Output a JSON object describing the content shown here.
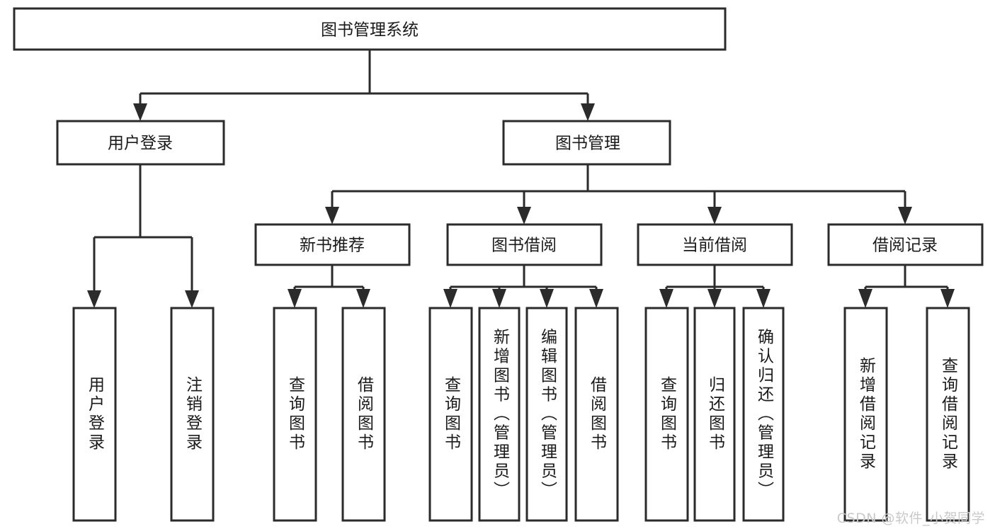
{
  "diagram": {
    "type": "tree-hierarchy",
    "title": "图书管理系统",
    "watermark": "CSDN @软件_小贺同学",
    "colors": {
      "box_stroke": "#2b2b2b",
      "box_fill": "#ffffff",
      "text": "#1a1a1a",
      "background": "#ffffff",
      "watermark": "#c9c9c9"
    },
    "levels": {
      "root": {
        "id": "root",
        "label": "图书管理系统",
        "orientation": "horizontal"
      },
      "level2": [
        {
          "id": "user-login",
          "label": "用户登录",
          "orientation": "horizontal"
        },
        {
          "id": "book-management",
          "label": "图书管理",
          "orientation": "horizontal"
        }
      ],
      "level3": [
        {
          "id": "new-book-recommend",
          "label": "新书推荐",
          "parent": "book-management",
          "orientation": "horizontal"
        },
        {
          "id": "book-borrow",
          "label": "图书借阅",
          "parent": "book-management",
          "orientation": "horizontal"
        },
        {
          "id": "current-borrow",
          "label": "当前借阅",
          "parent": "book-management",
          "orientation": "horizontal"
        },
        {
          "id": "borrow-record",
          "label": "借阅记录",
          "parent": "book-management",
          "orientation": "horizontal"
        }
      ],
      "leaves": [
        {
          "id": "leaf-user-login",
          "label": "用户登录",
          "parent": "user-login",
          "orientation": "vertical"
        },
        {
          "id": "leaf-user-logout",
          "label": "注销登录",
          "parent": "user-login",
          "orientation": "vertical"
        },
        {
          "id": "leaf-query-book-1",
          "label": "查询图书",
          "parent": "new-book-recommend",
          "orientation": "vertical"
        },
        {
          "id": "leaf-borrow-book-1",
          "label": "借阅图书",
          "parent": "new-book-recommend",
          "orientation": "vertical"
        },
        {
          "id": "leaf-query-book-2",
          "label": "查询图书",
          "parent": "book-borrow",
          "orientation": "vertical"
        },
        {
          "id": "leaf-add-book",
          "label": "新增图书（管理员）",
          "parent": "book-borrow",
          "orientation": "vertical"
        },
        {
          "id": "leaf-edit-book",
          "label": "编辑图书（管理员）",
          "parent": "book-borrow",
          "orientation": "vertical"
        },
        {
          "id": "leaf-borrow-book-2",
          "label": "借阅图书",
          "parent": "book-borrow",
          "orientation": "vertical"
        },
        {
          "id": "leaf-query-book-3",
          "label": "查询图书",
          "parent": "current-borrow",
          "orientation": "vertical"
        },
        {
          "id": "leaf-return-book",
          "label": "归还图书",
          "parent": "current-borrow",
          "orientation": "vertical"
        },
        {
          "id": "leaf-confirm-return",
          "label": "确认归还（管理员）",
          "parent": "current-borrow",
          "orientation": "vertical"
        },
        {
          "id": "leaf-add-record",
          "label": "新增借阅记录",
          "parent": "borrow-record",
          "orientation": "vertical"
        },
        {
          "id": "leaf-query-record",
          "label": "查询借阅记录",
          "parent": "borrow-record",
          "orientation": "vertical"
        }
      ]
    }
  }
}
